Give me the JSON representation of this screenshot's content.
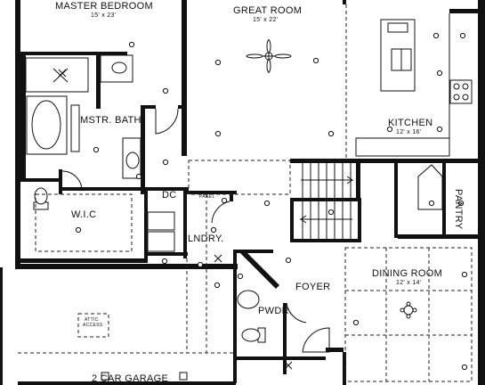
{
  "rooms": {
    "master_bedroom": {
      "name": "MASTER BEDROOM",
      "dim": "15' x 23'"
    },
    "great_room": {
      "name": "GREAT ROOM",
      "dim": "15' x 22'"
    },
    "kitchen": {
      "name": "KITCHEN",
      "dim": "12' x 16'"
    },
    "master_bath": {
      "name": "MSTR. BATH"
    },
    "wic": {
      "name": "W.I.C"
    },
    "laundry": {
      "name": "LNDRY."
    },
    "foyer": {
      "name": "FOYER"
    },
    "powder": {
      "name": "PWDR."
    },
    "dining_room": {
      "name": "DINING ROOM",
      "dim": "12' x 14'"
    },
    "pantry": {
      "name": "PANTRY"
    },
    "garage": {
      "name": "2 CAR GARAGE"
    }
  },
  "labels": {
    "dc": "DC",
    "panel": "PANEL",
    "attic_line1": "ATTIC",
    "attic_line2": "ACCESS"
  },
  "symbols": {
    "outlet": "⊕",
    "light": "✕"
  }
}
